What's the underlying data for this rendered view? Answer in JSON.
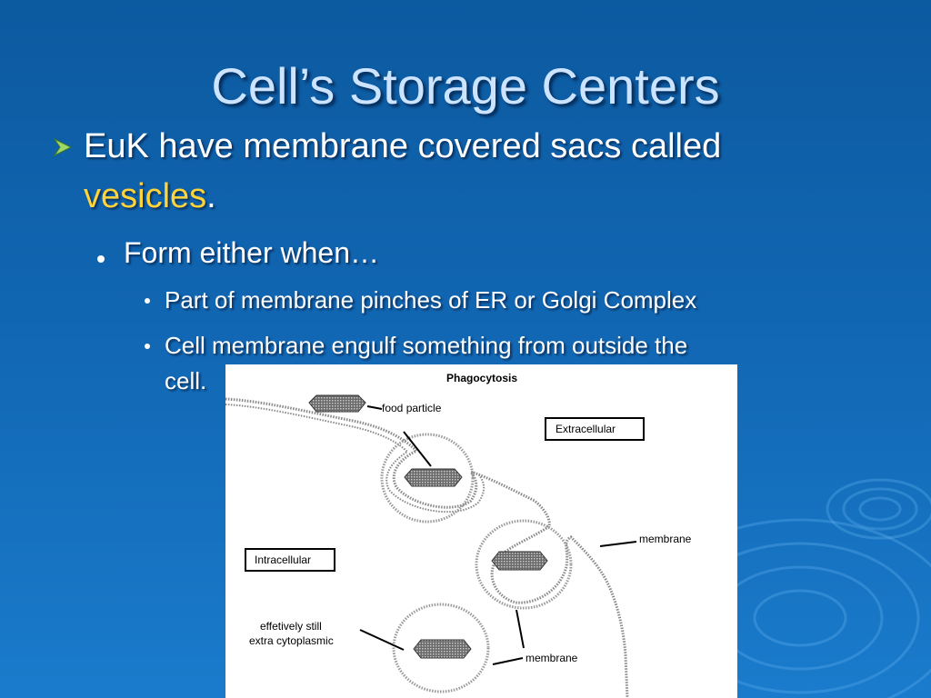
{
  "title": "Cell’s Storage Centers",
  "bullets": {
    "b1_line1": "EuK have membrane covered sacs called",
    "b1_highlight": "vesicles",
    "b1_end": ".",
    "b2": "Form either when…",
    "b3": "Part of membrane pinches of ER or Golgi Complex",
    "b4_line1": "Cell membrane engulf something from outside the",
    "b4_line2": "cell."
  },
  "figure": {
    "title": "Phagocytosis",
    "food_particle": "food particle",
    "extracellular": "Extracellular",
    "intracellular": "Intracellular",
    "membrane_top": "membrane",
    "membrane_bottom": "membrane",
    "still_line1": "effetively still",
    "still_line2": "extra cytoplasmic"
  },
  "colors": {
    "background": "#1166b2",
    "title": "#cce4ff",
    "highlight": "#ffd33a",
    "arrow_bullet": "#9fd86a"
  }
}
